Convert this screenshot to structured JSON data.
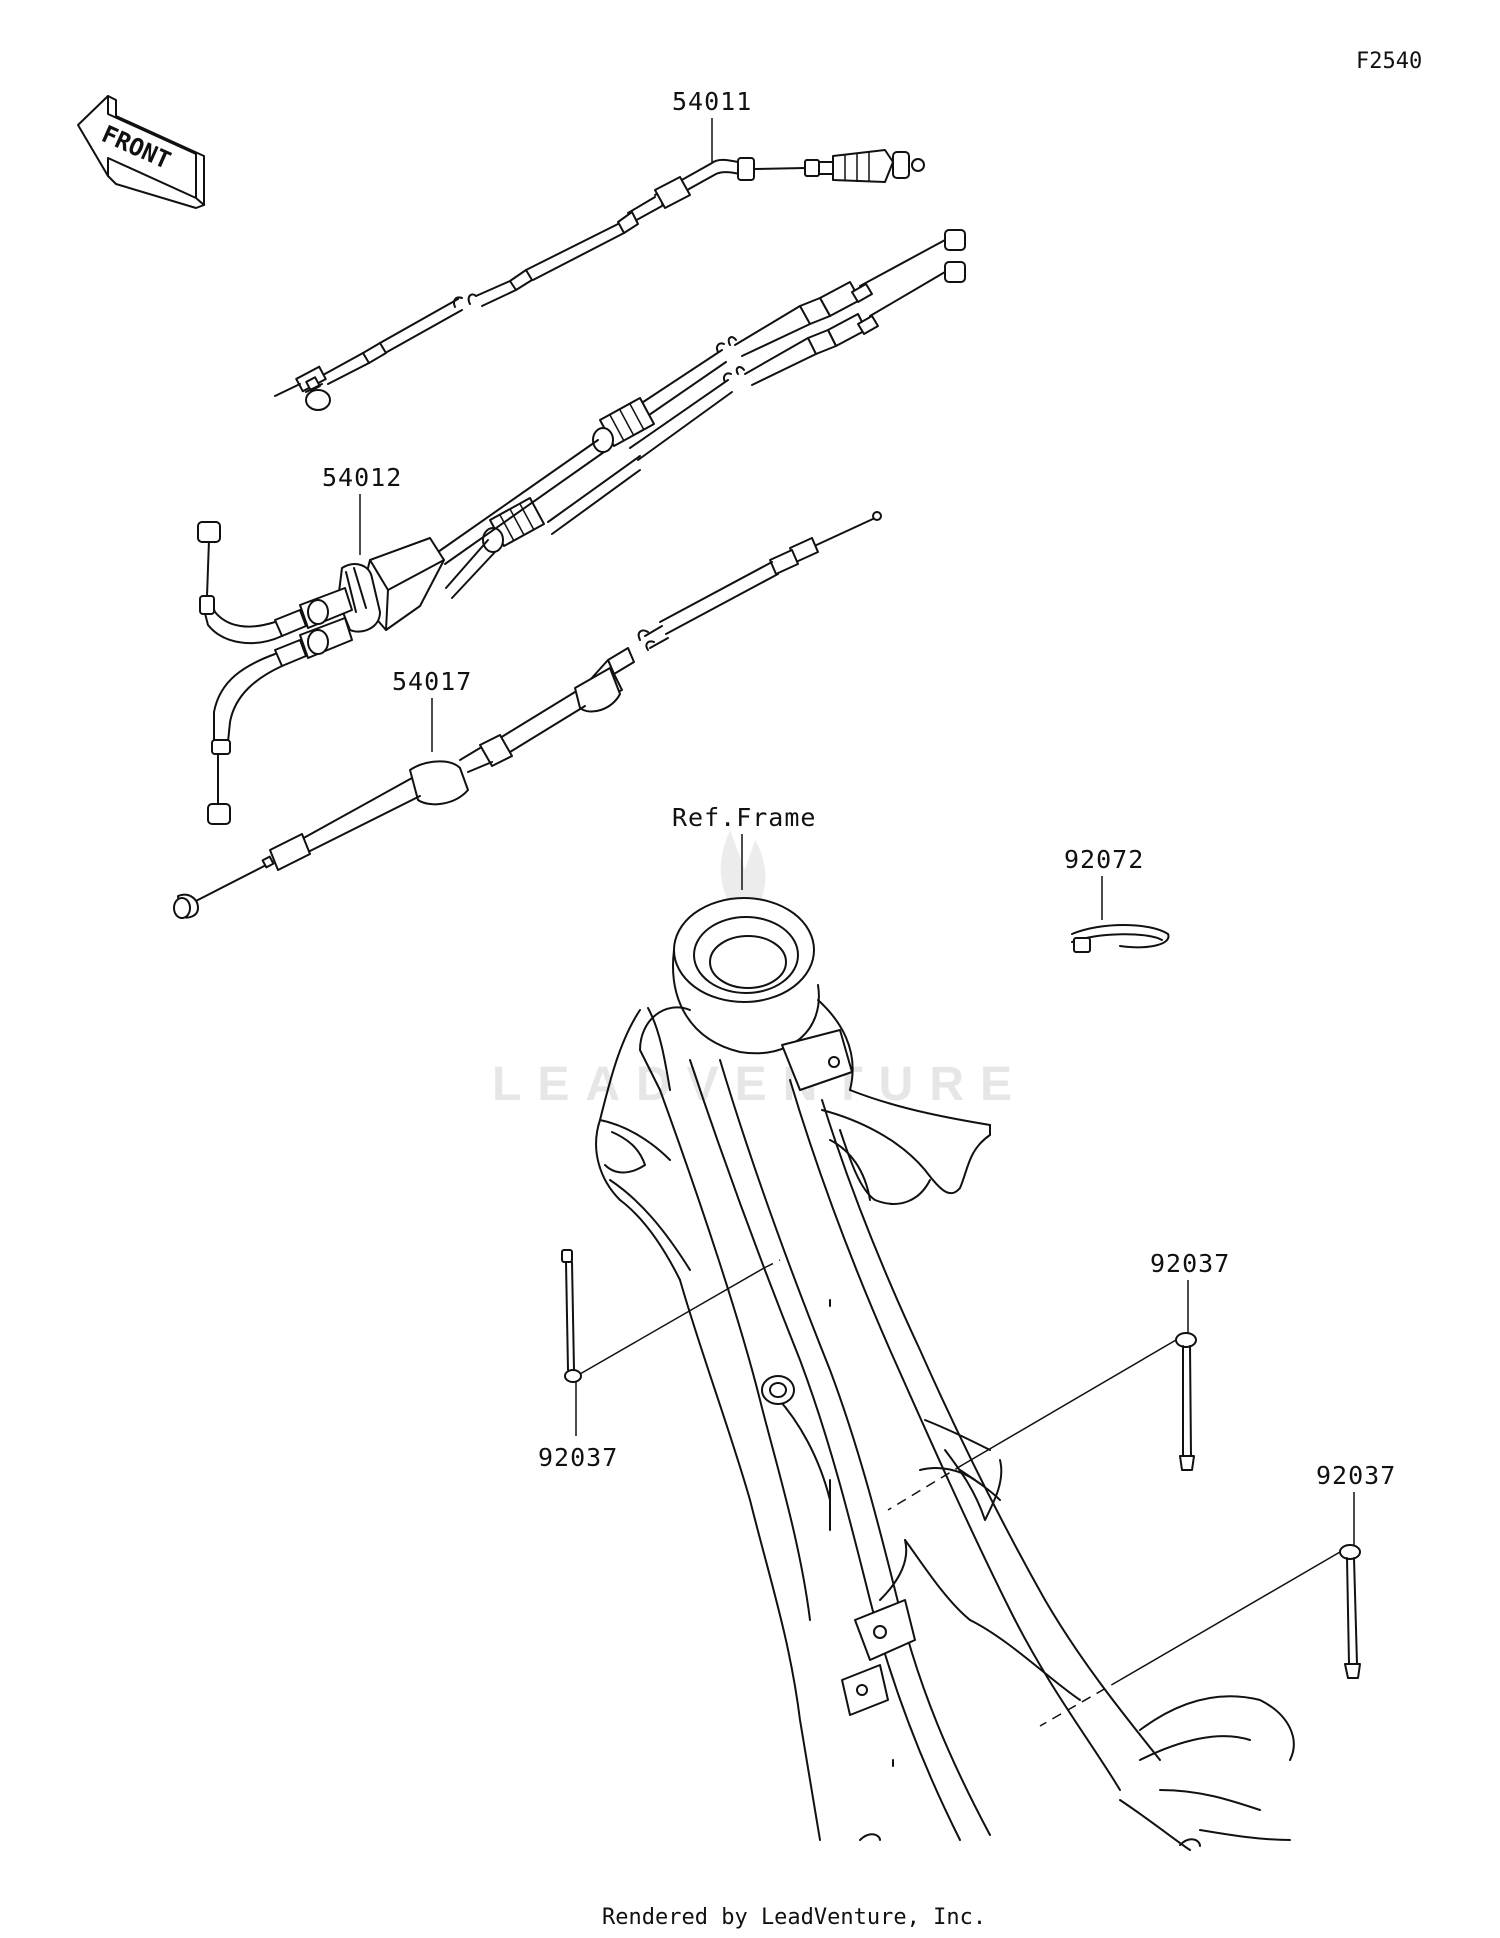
{
  "diagram_code": "F2540",
  "front_indicator": {
    "label": "FRONT"
  },
  "watermark": {
    "text": "LEADVENTURE"
  },
  "parts": {
    "p54011": "54011",
    "p54012": "54012",
    "p54017": "54017",
    "ref_frame": "Ref.Frame",
    "p92072": "92072",
    "p92037_a": "92037",
    "p92037_b": "92037",
    "p92037_c": "92037"
  },
  "footer": "Rendered by LeadVenture, Inc."
}
